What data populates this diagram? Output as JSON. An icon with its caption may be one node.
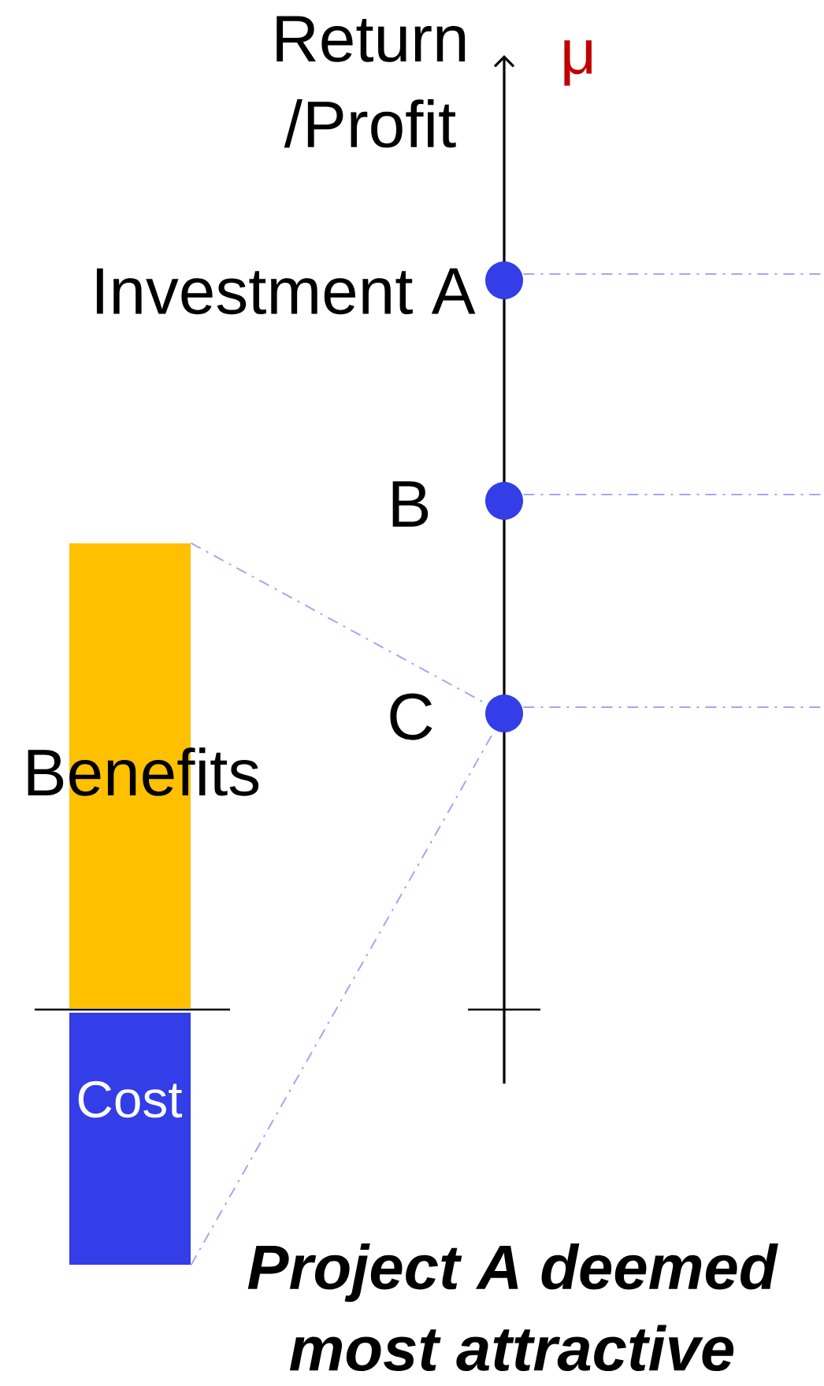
{
  "diagram": {
    "nodes": [
      {
        "text": [
          "Benefits"
        ]
      },
      {
        "text": [
          "Cost"
        ]
      },
      {
        "text": [
          "Investment A"
        ]
      },
      {
        "text": [
          "B"
        ]
      },
      {
        "text": [
          "C"
        ]
      }
    ],
    "edges": [
      {
        "from": 0,
        "to": 4,
        "arrow": "none",
        "style": "dashed",
        "color": "#a0a8f5"
      },
      {
        "from": 1,
        "to": 4,
        "arrow": "none",
        "style": "dashed",
        "color": "#a0a8f5"
      },
      {
        "from": 2,
        "to": null,
        "arrow": "none",
        "style": "dashed",
        "color": "#a0a8f5"
      },
      {
        "from": 3,
        "to": null,
        "arrow": "none",
        "style": "dashed",
        "color": "#a0a8f5"
      },
      {
        "from": 4,
        "to": null,
        "arrow": "none",
        "style": "dashed",
        "color": "#a0a8f5"
      }
    ],
    "labels": [
      "Return /Profit",
      "μ",
      "Project A deemed most attractive"
    ]
  }
}
